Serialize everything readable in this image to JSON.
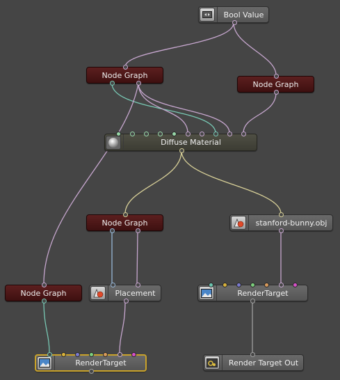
{
  "nodes": {
    "bool_value": {
      "label": "Bool Value",
      "icon": "bool-toggle-icon"
    },
    "node_graph_1": {
      "label": "Node Graph"
    },
    "node_graph_2": {
      "label": "Node Graph"
    },
    "diffuse_material": {
      "label": "Diffuse Material",
      "icon": "sphere-material-icon"
    },
    "node_graph_3": {
      "label": "Node Graph"
    },
    "stanford_bunny": {
      "label": "stanford-bunny.obj",
      "icon": "geometry-shapes-icon"
    },
    "node_graph_4": {
      "label": "Node Graph"
    },
    "placement": {
      "label": "Placement",
      "icon": "geometry-shapes-icon"
    },
    "render_target_1": {
      "label": "RenderTarget",
      "icon": "image-icon"
    },
    "render_target_2": {
      "label": "RenderTarget",
      "icon": "image-icon"
    },
    "render_target_out": {
      "label": "Render Target Out",
      "icon": "output-target-icon"
    }
  },
  "colors": {
    "background": "#454545",
    "node_graph": "#4c1818",
    "wire_pink": "#c7a7cf",
    "wire_teal": "#78c8b4",
    "wire_yellow": "#d8d098",
    "wire_blue": "#98b8d8",
    "wire_gray": "#a0a0a0",
    "selection": "#c9a22a",
    "port_teal": "#6cc7b1",
    "port_yellow": "#d9b23a",
    "port_blue": "#7a7ad0",
    "port_green": "#7ccf7c",
    "port_orange": "#d89a5a",
    "port_magenta": "#d64fc8",
    "port_light_green": "#98d8a8"
  }
}
